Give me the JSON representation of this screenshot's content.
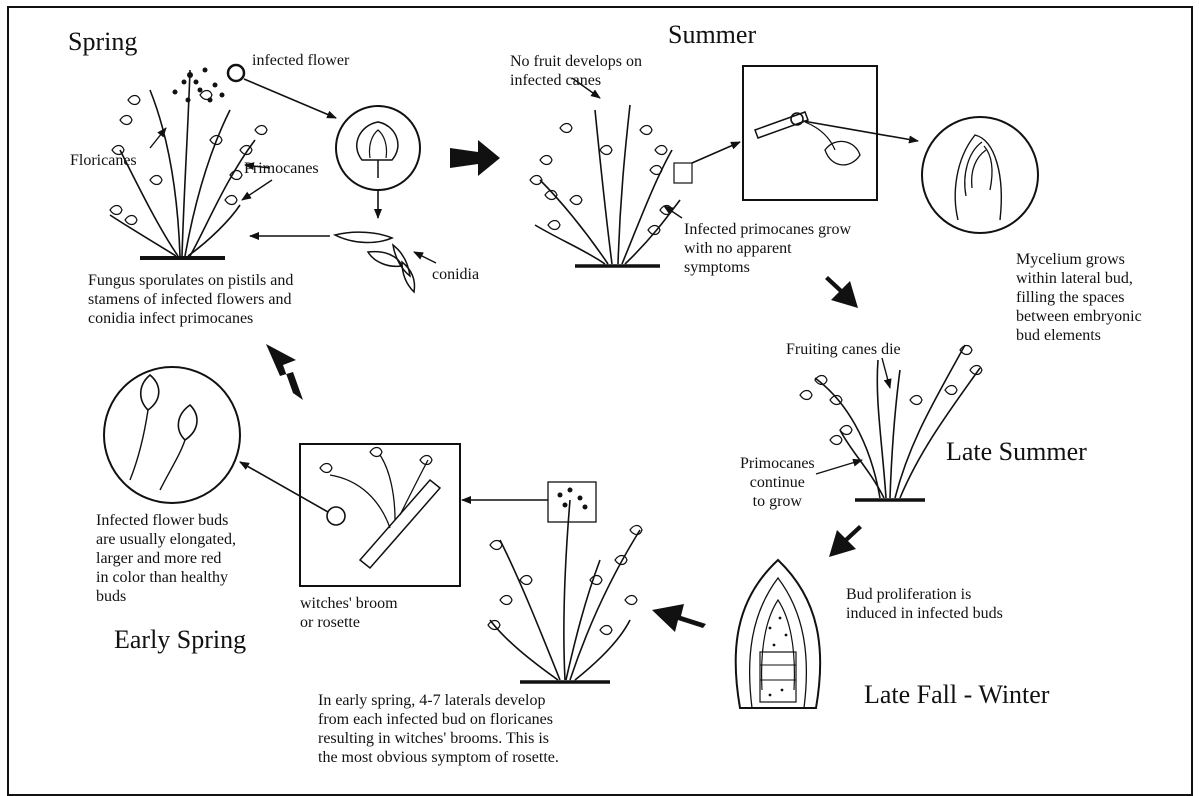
{
  "seasons": {
    "spring": "Spring",
    "summer": "Summer",
    "late_summer": "Late Summer",
    "late_fall_winter": "Late Fall - Winter",
    "early_spring": "Early Spring"
  },
  "labels": {
    "infected_flower": "infected flower",
    "floricanes": "Floricanes",
    "primocanes": "Primocanes",
    "conidia": "conidia",
    "fungus_sporulates": [
      "Fungus sporulates on pistils and",
      "stamens of infected flowers and",
      "conidia infect primocanes"
    ],
    "no_fruit": [
      "No fruit develops on",
      "infected canes"
    ],
    "infected_primocanes": [
      "Infected primocanes grow",
      "with no apparent",
      "symptoms"
    ],
    "mycelium": [
      "Mycelium grows",
      "within lateral bud,",
      "filling the spaces",
      "between embryonic",
      "bud elements"
    ],
    "fruiting_canes_die": "Fruiting canes die",
    "primocanes_continue": [
      "Primocanes",
      "continue",
      "to grow"
    ],
    "bud_proliferation": [
      "Bud proliferation is",
      "induced in infected buds"
    ],
    "early_spring_laterals": [
      "In early spring, 4-7 laterals develop",
      "from each infected bud on floricanes",
      "resulting in witches' brooms. This is",
      "the most obvious symptom of rosette."
    ],
    "witches_broom": [
      "witches' broom",
      "or rosette"
    ],
    "infected_flower_buds": [
      "Infected flower buds",
      "are usually elongated,",
      "larger and more red",
      "in color than healthy",
      "buds"
    ]
  }
}
